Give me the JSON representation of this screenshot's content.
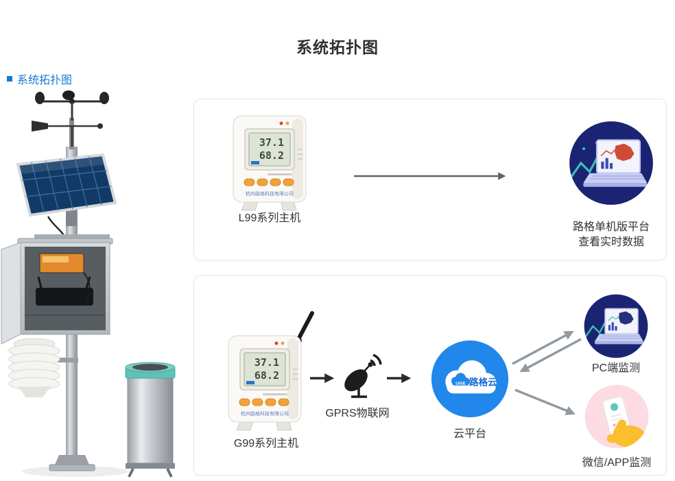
{
  "page": {
    "title": "系统拓扑图"
  },
  "section": {
    "label": "系统拓扑图"
  },
  "device_screen": {
    "value1": "37.1",
    "value2": "68.2",
    "company": "杭州路格科技有限公司"
  },
  "flow1": {
    "device_label": "L99系列主机",
    "result_line1": "路格单机版平台",
    "result_line2": "查看实时数据"
  },
  "flow2": {
    "device_label": "G99系列主机",
    "gprs_label": "GPRS物联网",
    "cloud_logo": "UGE",
    "cloud_name": "路格云",
    "cloud_caption": "云平台",
    "pc_label": "PC端监测",
    "app_label": "微信/APP监测"
  },
  "colors": {
    "accent_blue": "#1479d6",
    "cloud_blue": "#2187ea",
    "navy_circle": "#1b2373",
    "pink_circle": "#fcdbe2",
    "hand_yellow": "#fbbe2e",
    "panel_border": "#e8e8e8",
    "arrow_dark": "#2a2a2a",
    "arrow_gray": "#9199a1"
  }
}
